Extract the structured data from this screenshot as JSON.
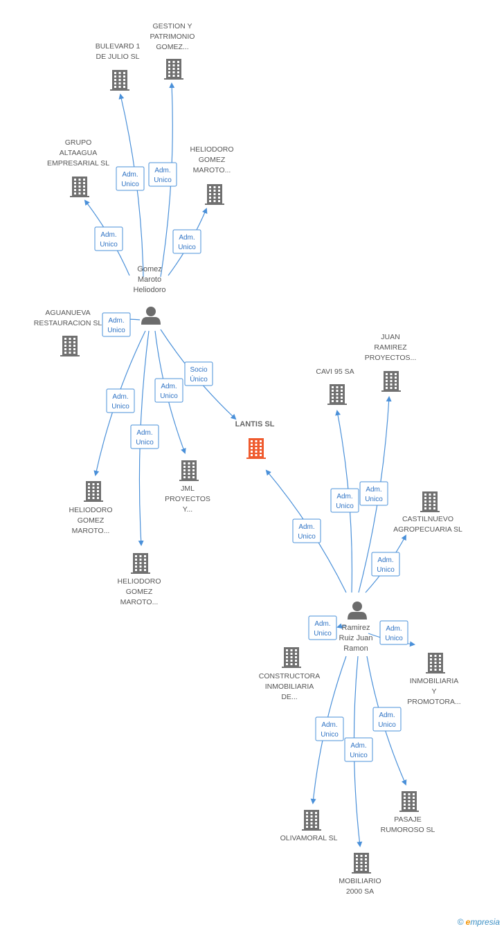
{
  "colors": {
    "edge": "#4a90d9",
    "building": "#707070",
    "main_building": "#ef5b2f",
    "person": "#6c6c6c"
  },
  "people": [
    {
      "id": "p1",
      "lines": [
        "Gomez",
        "Maroto",
        "Heliodoro"
      ]
    },
    {
      "id": "p2",
      "lines": [
        "Ramirez",
        "Ruiz Juan",
        "Ramon"
      ]
    }
  ],
  "companies": [
    {
      "id": "bulevard",
      "lines": [
        "BULEVARD 1",
        "DE JULIO SL"
      ]
    },
    {
      "id": "gestion",
      "lines": [
        "GESTION Y",
        "PATRIMONIO",
        "GOMEZ..."
      ]
    },
    {
      "id": "grupo",
      "lines": [
        "GRUPO",
        "ALTAAGUA",
        "EMPRESARIAL SL"
      ]
    },
    {
      "id": "heliodoro1",
      "lines": [
        "HELIODORO",
        "GOMEZ",
        "MAROTO..."
      ]
    },
    {
      "id": "aguanueva",
      "lines": [
        "AGUANUEVA",
        "RESTAURACION SL"
      ]
    },
    {
      "id": "lantis",
      "lines": [
        "LANTIS SL"
      ],
      "main": true
    },
    {
      "id": "heliodoro2",
      "lines": [
        "HELIODORO",
        "GOMEZ",
        "MAROTO..."
      ]
    },
    {
      "id": "jml",
      "lines": [
        "JML",
        "PROYECTOS",
        "Y..."
      ]
    },
    {
      "id": "heliodoro3",
      "lines": [
        "HELIODORO",
        "GOMEZ",
        "MAROTO..."
      ]
    },
    {
      "id": "cavi",
      "lines": [
        "CAVI 95 SA"
      ]
    },
    {
      "id": "juan",
      "lines": [
        "JUAN",
        "RAMIREZ",
        "PROYECTOS..."
      ]
    },
    {
      "id": "castilnuevo",
      "lines": [
        "CASTILNUEVO",
        "AGROPECUARIA SL"
      ]
    },
    {
      "id": "constructora",
      "lines": [
        "CONSTRUCTORA",
        "INMOBILIARIA",
        "DE..."
      ]
    },
    {
      "id": "inmobiliaria",
      "lines": [
        "INMOBILIARIA",
        "Y",
        "PROMOTORA..."
      ]
    },
    {
      "id": "olivamoral",
      "lines": [
        "OLIVAMORAL SL"
      ]
    },
    {
      "id": "pasaje",
      "lines": [
        "PASAJE",
        "RUMOROSO SL"
      ]
    },
    {
      "id": "mobiliario",
      "lines": [
        "MOBILIARIO",
        "2000 SA"
      ]
    }
  ],
  "relations": [
    {
      "from": "p1",
      "to": "bulevard",
      "lines": [
        "Adm.",
        "Unico"
      ]
    },
    {
      "from": "p1",
      "to": "gestion",
      "lines": [
        "Adm.",
        "Unico"
      ]
    },
    {
      "from": "p1",
      "to": "grupo",
      "lines": [
        "Adm.",
        "Unico"
      ]
    },
    {
      "from": "p1",
      "to": "heliodoro1",
      "lines": [
        "Adm.",
        "Unico"
      ]
    },
    {
      "from": "p1",
      "to": "aguanueva",
      "lines": [
        "Adm.",
        "Unico"
      ]
    },
    {
      "from": "p1",
      "to": "lantis",
      "lines": [
        "Socio",
        "Único"
      ]
    },
    {
      "from": "p1",
      "to": "jml",
      "lines": [
        "Adm.",
        "Unico"
      ]
    },
    {
      "from": "p1",
      "to": "heliodoro2",
      "lines": [
        "Adm.",
        "Unico"
      ]
    },
    {
      "from": "p1",
      "to": "heliodoro3",
      "lines": [
        "Adm.",
        "Unico"
      ]
    },
    {
      "from": "p2",
      "to": "lantis",
      "lines": [
        "Adm.",
        "Unico"
      ]
    },
    {
      "from": "p2",
      "to": "cavi",
      "lines": [
        "Adm.",
        "Unico"
      ]
    },
    {
      "from": "p2",
      "to": "juan",
      "lines": [
        "Adm.",
        "Unico"
      ]
    },
    {
      "from": "p2",
      "to": "castilnuevo",
      "lines": [
        "Adm.",
        "Unico"
      ]
    },
    {
      "from": "p2",
      "to": "constructora",
      "lines": [
        "Adm.",
        "Unico"
      ]
    },
    {
      "from": "p2",
      "to": "inmobiliaria",
      "lines": [
        "Adm.",
        "Unico"
      ]
    },
    {
      "from": "p2",
      "to": "olivamoral",
      "lines": [
        "Adm.",
        "Unico"
      ]
    },
    {
      "from": "p2",
      "to": "mobiliario",
      "lines": [
        "Adm.",
        "Unico"
      ]
    },
    {
      "from": "p2",
      "to": "pasaje",
      "lines": [
        "Adm.",
        "Unico"
      ]
    }
  ],
  "footer": {
    "copyright": "©",
    "brand_first": "e",
    "brand_rest": "mpresia"
  }
}
